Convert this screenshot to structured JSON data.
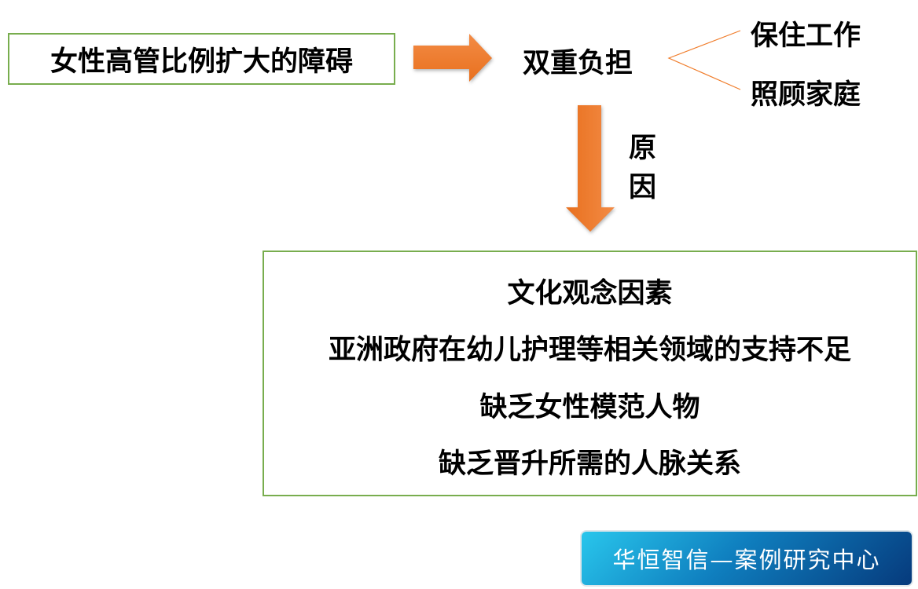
{
  "main_box": "女性高管比例扩大的障碍",
  "burden": "双重负担",
  "branches": [
    "保住工作",
    "照顾家庭"
  ],
  "reason_label": [
    "原",
    "因"
  ],
  "causes": [
    "文化观念因素",
    "亚洲政府在幼儿护理等相关领域的支持不足",
    "缺乏女性模范人物",
    "缺乏晋升所需的人脉关系"
  ],
  "logo": "华恒智信—案例研究中心",
  "colors": {
    "arrow": "#f07c2a",
    "border": "#78ad4e"
  }
}
